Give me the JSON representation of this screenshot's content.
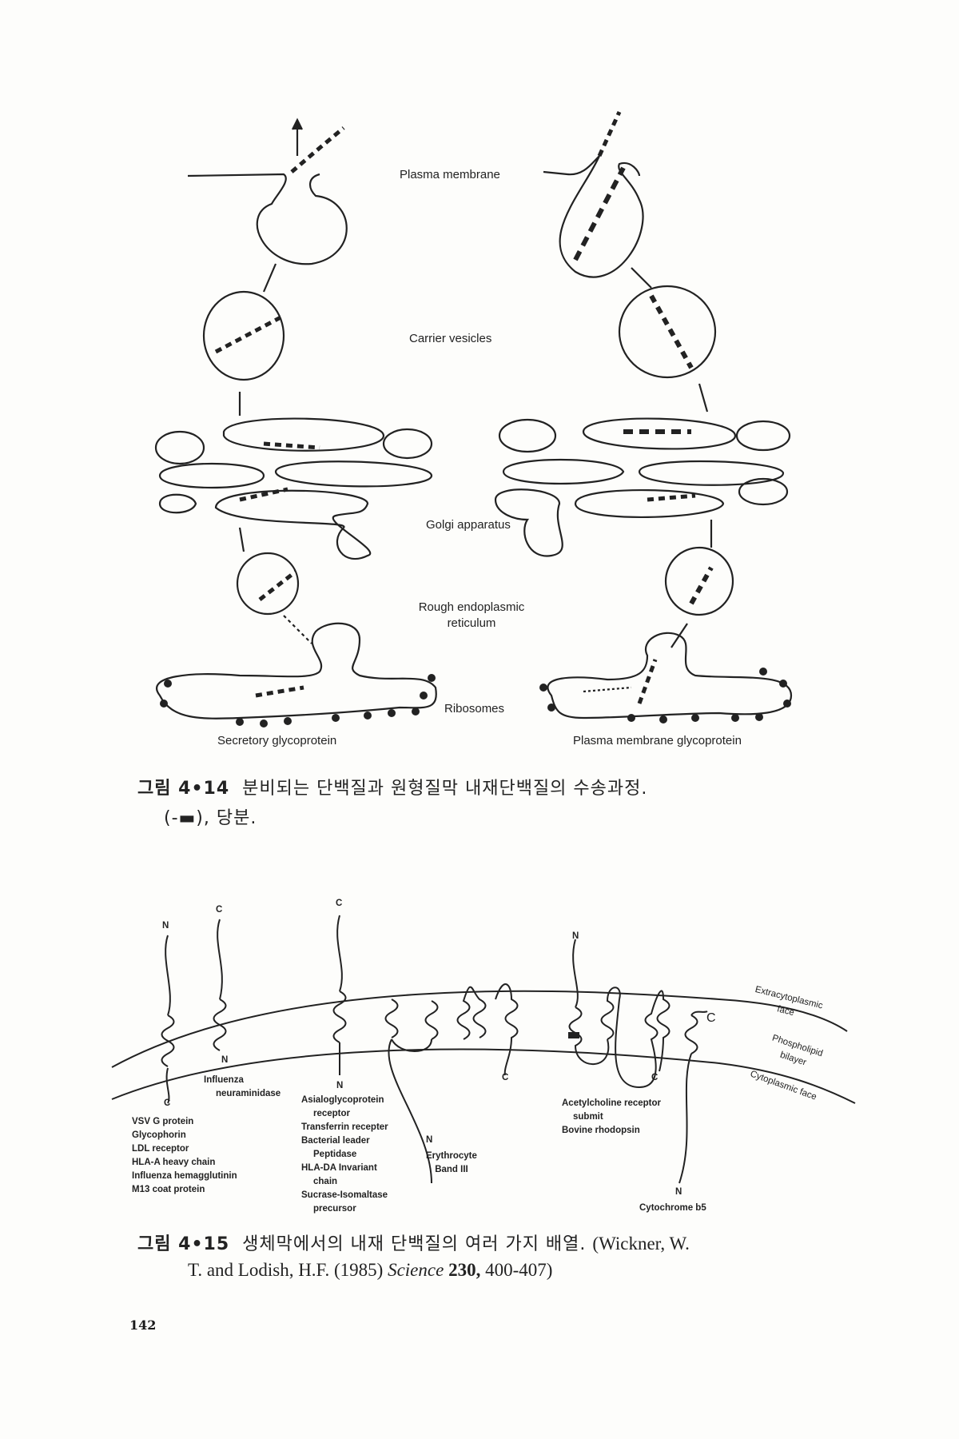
{
  "figure_4_14": {
    "labels": {
      "plasma_membrane": "Plasma membrane",
      "carrier_vesicles": "Carrier vesicles",
      "golgi": "Golgi apparatus",
      "rough_er": "Rough endoplasmic reticulum",
      "ribosomes": "Ribosomes",
      "secretory": "Secretory glycoprotein",
      "pm_glycoprotein": "Plasma membrane glycoprotein"
    },
    "caption_prefix": "그림 4•14",
    "caption_line1": "분비되는 단백질과 원형질막 내재단백질의 수송과정.",
    "caption_line2": "(-▬), 당분."
  },
  "figure_4_15": {
    "terminals": {
      "n": "N",
      "c": "C"
    },
    "faces": {
      "extra": "Extracytoplasmic face",
      "bilayer": "Phospholipid bilayer",
      "cyto": "Cytoplasmic face"
    },
    "groups": {
      "group1": [
        "VSV G protein",
        "Glycophorin",
        "LDL receptor",
        "HLA-A heavy chain",
        "Influenza hemagglutinin",
        "M13 coat protein"
      ],
      "group2": [
        "Influenza",
        "neuraminidase"
      ],
      "group3": [
        "Asialoglycoprotein",
        "receptor",
        "Transferrin recepter",
        "Bacterial leader",
        "Peptidase",
        "HLA-DA Invariant",
        "chain",
        "Sucrase-Isomaltase",
        "precursor"
      ],
      "group4": [
        "Erythrocyte",
        "Band III"
      ],
      "group5": [
        "Acetylcholine receptor",
        "submit",
        "Bovine rhodopsin"
      ],
      "group6": [
        "Cytochrome b5"
      ]
    },
    "caption_prefix": "그림 4•15",
    "caption_line1": "생체막에서의 내재 단백질의 여러 가지 배열.",
    "caption_ref1": "(Wickner, W.",
    "caption_ref2a": "T. and Lodish, H.F. (1985)",
    "caption_journal": "Science",
    "caption_volume": "230,",
    "caption_pages": "400-407)"
  },
  "page_number": "142"
}
